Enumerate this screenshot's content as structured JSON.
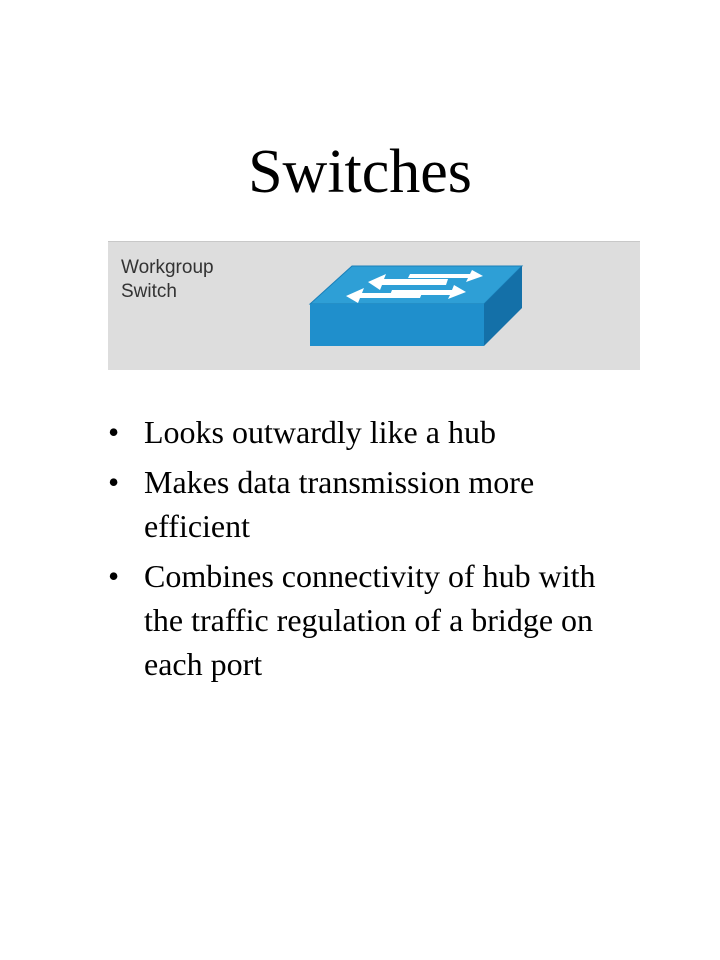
{
  "slide": {
    "title": "Switches",
    "figure": {
      "label_line1": "Workgroup",
      "label_line2": "Switch",
      "icon": "workgroup-switch-icon",
      "colors": {
        "panel": "#dddddd",
        "switch_top": "#2e9fd6",
        "switch_front": "#1f8fcc",
        "switch_side": "#1470a8",
        "arrows": "#ffffff"
      }
    },
    "bullet_symbol": "•",
    "bullets": [
      "Looks outwardly like a hub",
      "Makes data transmission more efficient",
      "Combines connectivity of hub with the traffic regulation of a bridge on each port"
    ]
  }
}
